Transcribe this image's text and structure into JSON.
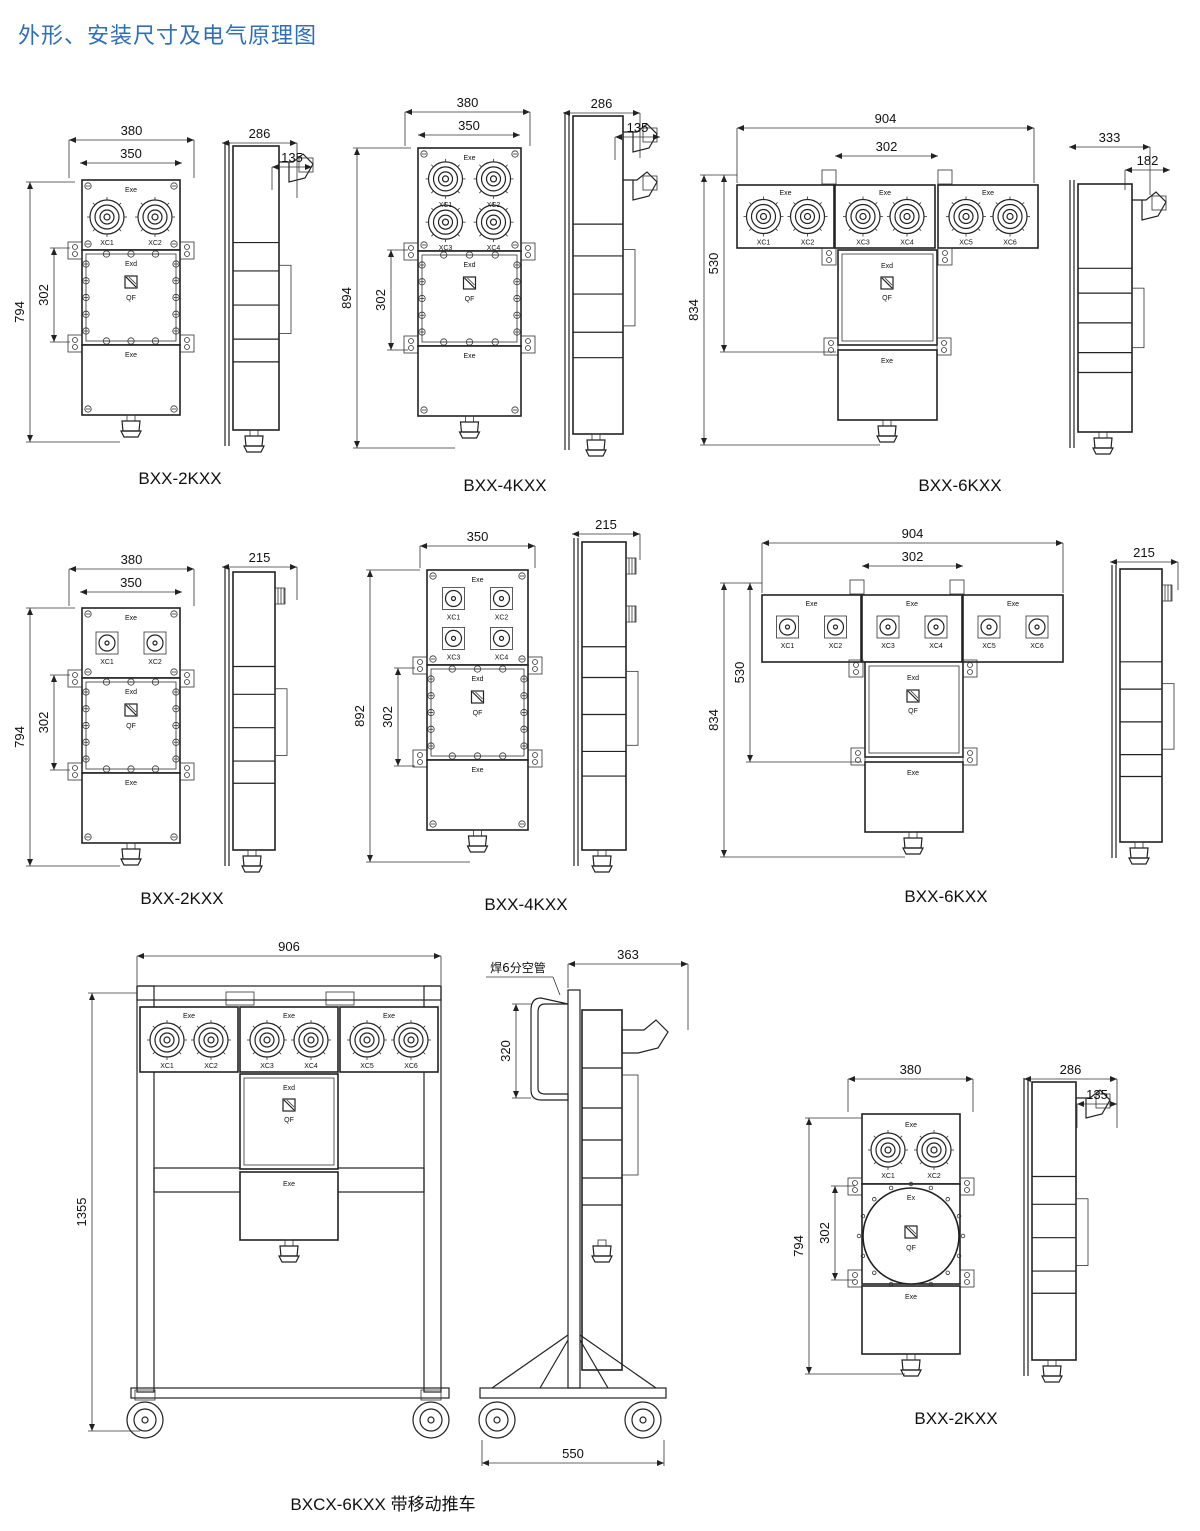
{
  "page": {
    "title": "外形、安装尺寸及电气原理图"
  },
  "labels": {
    "exe": "Exe",
    "exd": "Exd",
    "ex": "Ex",
    "qf": "QF"
  },
  "views": [
    {
      "id": "v1",
      "caption": "BXX-2KXX",
      "dims": {
        "outer_w": "380",
        "inner_w": "350",
        "height": "794",
        "mount": "302",
        "depth": "286",
        "side": "135"
      },
      "sockets": [
        "XC1",
        "XC2"
      ]
    },
    {
      "id": "v2",
      "caption": "BXX-4KXX",
      "dims": {
        "outer_w": "380",
        "inner_w": "350",
        "height": "894",
        "mount": "302",
        "depth": "286",
        "side": "135"
      },
      "sockets": [
        "XC1",
        "XC2",
        "XC3",
        "XC4"
      ]
    },
    {
      "id": "v3",
      "caption": "BXX-6KXX",
      "dims": {
        "outer_w": "904",
        "inner_w": "302",
        "height": "834",
        "upper": "530",
        "depth": "333",
        "side": "182"
      },
      "sockets": [
        "XC1",
        "XC2",
        "XC3",
        "XC4",
        "XC5",
        "XC6"
      ]
    },
    {
      "id": "v4",
      "caption": "BXX-2KXX",
      "dims": {
        "outer_w": "380",
        "inner_w": "350",
        "height": "794",
        "mount": "302",
        "depth": "215"
      },
      "sockets": [
        "XC1",
        "XC2"
      ]
    },
    {
      "id": "v5",
      "caption": "BXX-4KXX",
      "dims": {
        "inner_w": "350",
        "height": "892",
        "mount": "302",
        "depth": "215"
      },
      "sockets": [
        "XC1",
        "XC2",
        "XC3",
        "XC4"
      ]
    },
    {
      "id": "v6",
      "caption": "BXX-6KXX",
      "dims": {
        "outer_w": "904",
        "inner_w": "302",
        "height": "834",
        "upper": "530",
        "depth": "215"
      },
      "sockets": [
        "XC1",
        "XC2",
        "XC3",
        "XC4",
        "XC5",
        "XC6"
      ]
    },
    {
      "id": "v7",
      "caption": "BXCX-6KXX 带移动推车",
      "dims": {
        "outer_w": "906",
        "height": "1355",
        "depth": "363",
        "handle": "320",
        "base": "550"
      },
      "note": "焊6分空管",
      "sockets": [
        "XC1",
        "XC2",
        "XC3",
        "XC4",
        "XC5",
        "XC6"
      ]
    },
    {
      "id": "v8",
      "caption": "BXX-2KXX",
      "dims": {
        "outer_w": "380",
        "height": "794",
        "mount": "302",
        "depth": "286",
        "side": "135"
      },
      "sockets": [
        "XC1",
        "XC2"
      ]
    }
  ]
}
